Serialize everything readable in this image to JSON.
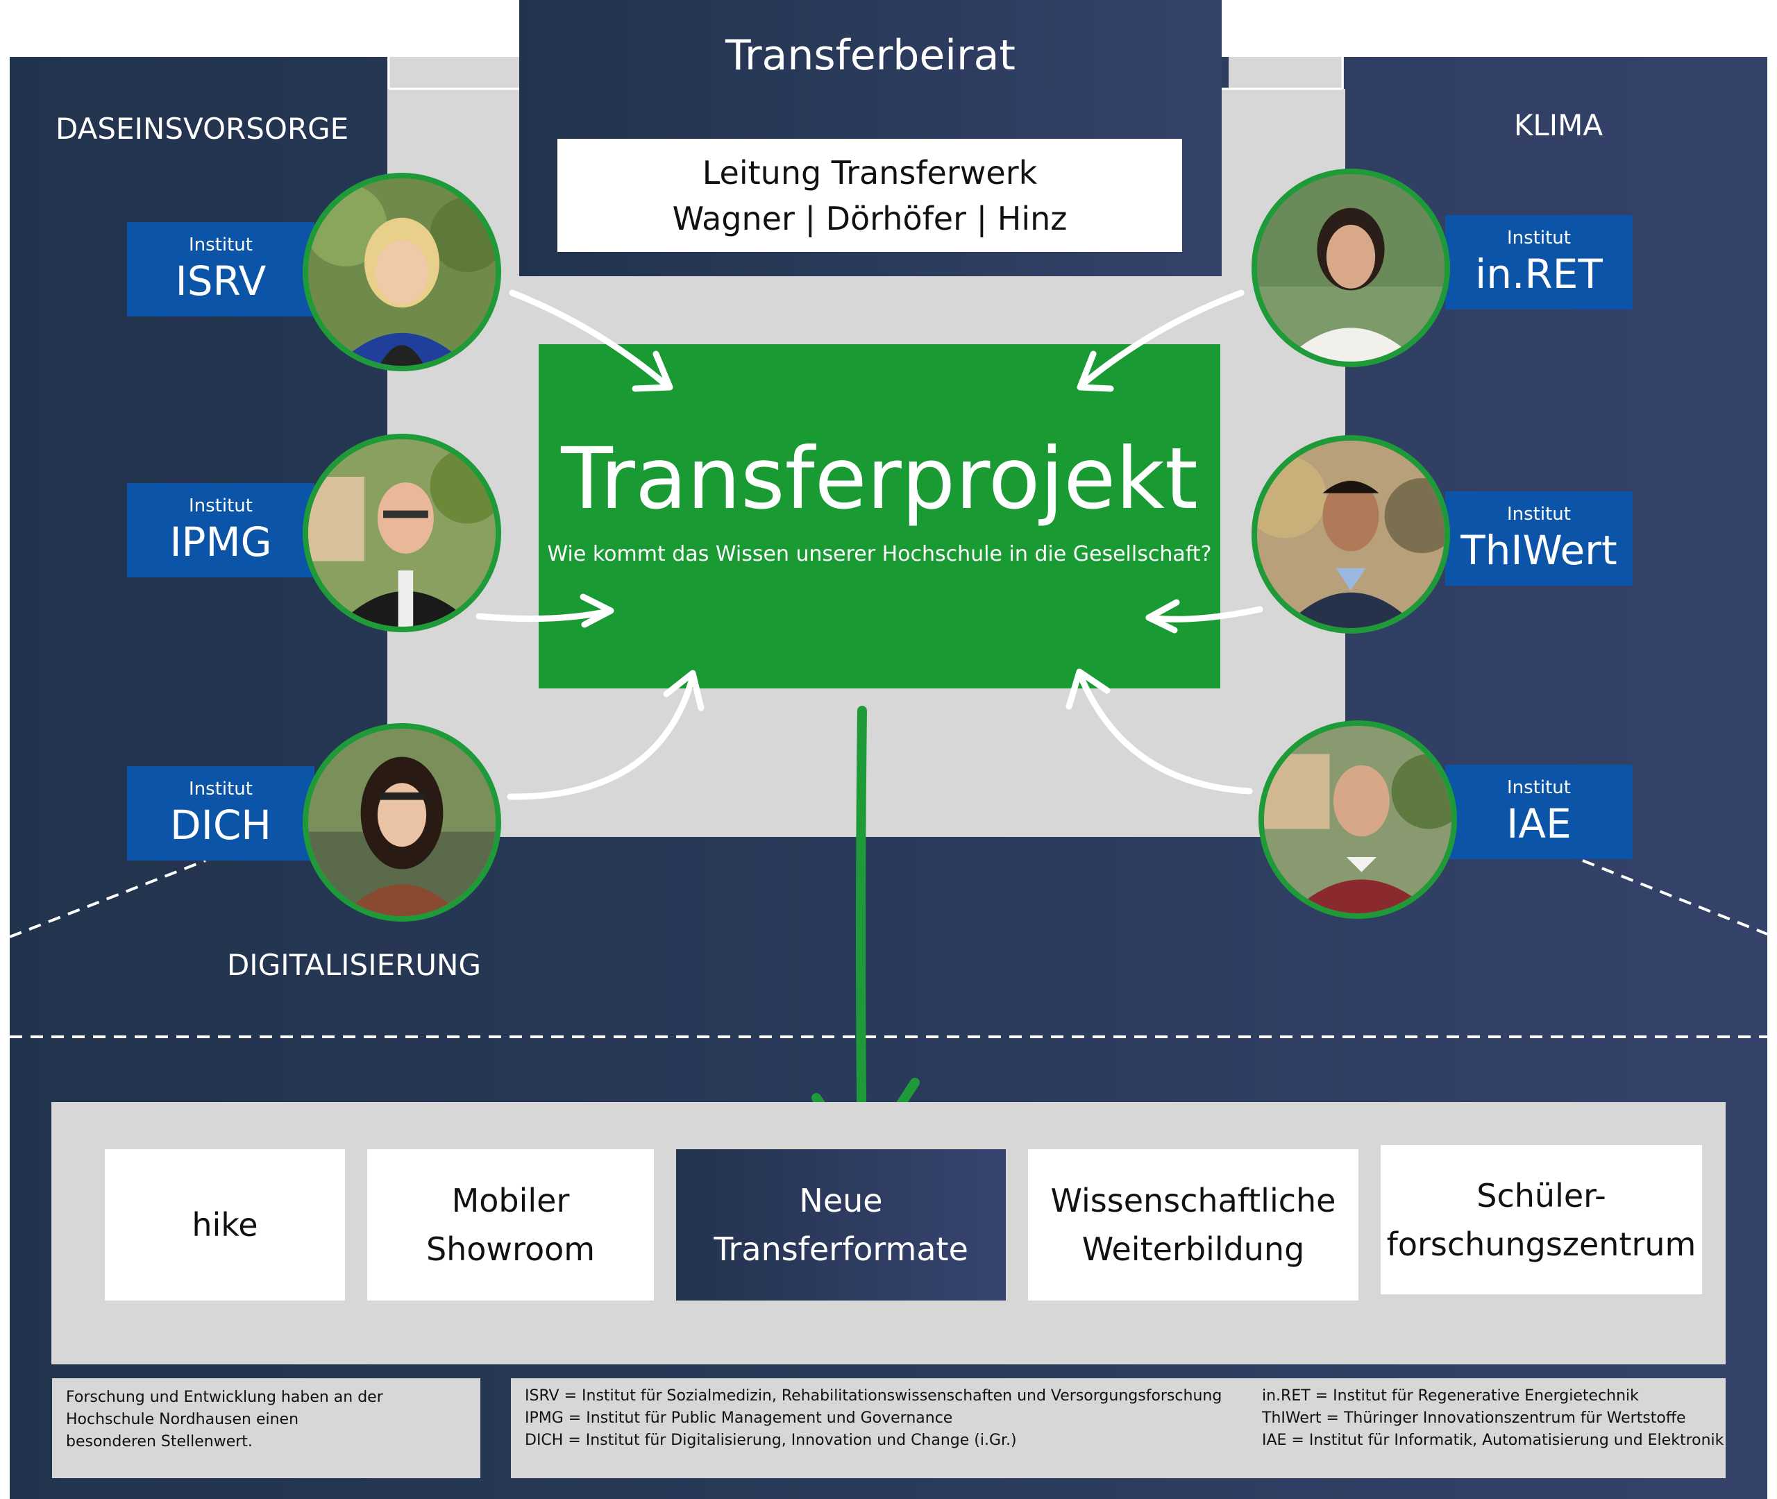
{
  "beirat": {
    "title": "Transferbeirat"
  },
  "leitung": {
    "line1": "Leitung Transferwerk",
    "line2": "Wagner | Dörhöfer | Hinz"
  },
  "projekt": {
    "title": "Transferprojekt",
    "subtitle": "Wie kommt das Wissen unserer Hochschule in die Gesellschaft?"
  },
  "regions": {
    "left": "DASEINSVORSORGE",
    "right": "KLIMA",
    "bottom": "DIGITALISIERUNG"
  },
  "institutes": [
    {
      "label": "Institut",
      "name": "ISRV"
    },
    {
      "label": "Institut",
      "name": "IPMG"
    },
    {
      "label": "Institut",
      "name": "DICH"
    },
    {
      "label": "Institut",
      "name": "in.RET"
    },
    {
      "label": "Institut",
      "name": "ThIWert"
    },
    {
      "label": "Institut",
      "name": "IAE"
    }
  ],
  "formats": [
    {
      "line1": "hike",
      "line2": ""
    },
    {
      "line1": "Mobiler",
      "line2": "Showroom"
    },
    {
      "line1": "Neue",
      "line2": "Transferformate"
    },
    {
      "line1": "Wissenschaftliche",
      "line2": "Weiterbildung"
    },
    {
      "line1": "Schüler-",
      "line2": "forschungszentrum"
    }
  ],
  "footer": {
    "left": [
      "Forschung und Entwicklung haben an der",
      "Hochschule Nordhausen einen",
      "besonderen Stellenwert."
    ],
    "middle": [
      "ISRV = Institut für Sozialmedizin, Rehabilitationswissenschaften und Versorgungsforschung",
      "IPMG = Institut für Public Management und Governance",
      "DICH = Institut für Digitalisierung, Innovation und Change (i.Gr.)"
    ],
    "right": [
      "in.RET = Institut für Regenerative Energietechnik",
      "ThIWert = Thüringer Innovationszentrum für Wertstoffe",
      "IAE = Institut für Informatik, Automatisierung und Elektronik"
    ]
  },
  "colors": {
    "navy": "#2b3b5c",
    "green": "#1a9a33",
    "blue": "#0b54a8",
    "light_gray": "#d7d7d7"
  }
}
